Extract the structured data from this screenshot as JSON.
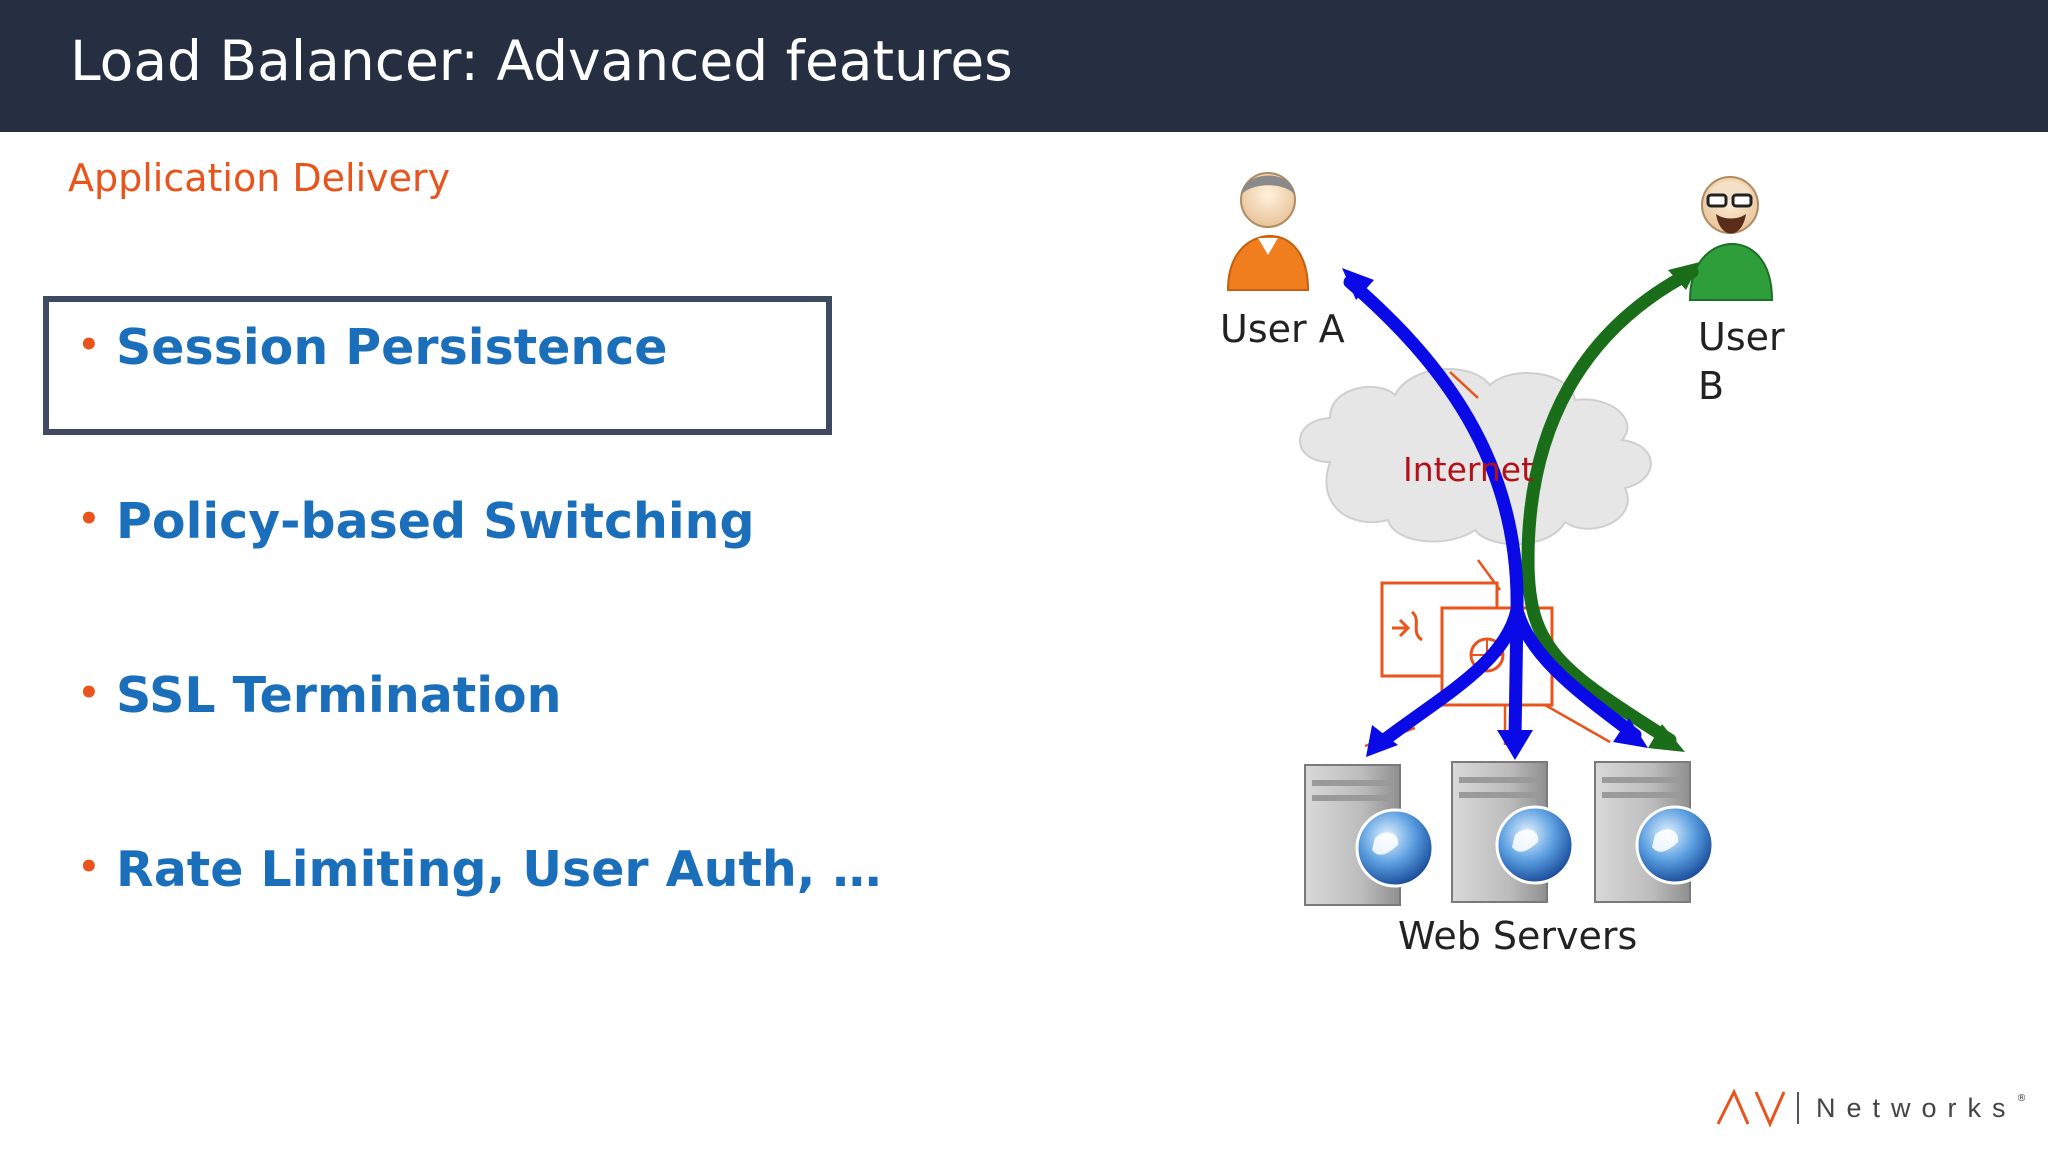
{
  "header": {
    "title": "Load Balancer: Advanced features"
  },
  "subtitle": "Application Delivery",
  "bullets": [
    {
      "label": "Session Persistence",
      "highlighted": true
    },
    {
      "label": "Policy-based Switching",
      "highlighted": false
    },
    {
      "label": "SSL  Termination",
      "highlighted": false
    },
    {
      "label": "Rate Limiting, User Auth, …",
      "highlighted": false
    }
  ],
  "diagram": {
    "user_a_label": "User A",
    "user_b_label_line1": "User",
    "user_b_label_line2": "B",
    "internet_label": "Internet",
    "servers_label": "Web Servers",
    "icons": [
      "user-a-icon",
      "user-b-icon",
      "internet-cloud-icon",
      "load-balancer-icon",
      "web-server-icon"
    ],
    "colors": {
      "user_a_path": "#0a0ae6",
      "user_b_path": "#1a6e1a",
      "load_balancer": "#e8541b",
      "internet_text": "#b3111a"
    }
  },
  "branding": {
    "logo_mark": "/\\/ |",
    "logo_text": "Networks",
    "logo_reg": "®"
  },
  "colors": {
    "header_bg": "#262f41",
    "accent_orange": "#e8541b",
    "bullet_blue": "#1b6fba"
  }
}
